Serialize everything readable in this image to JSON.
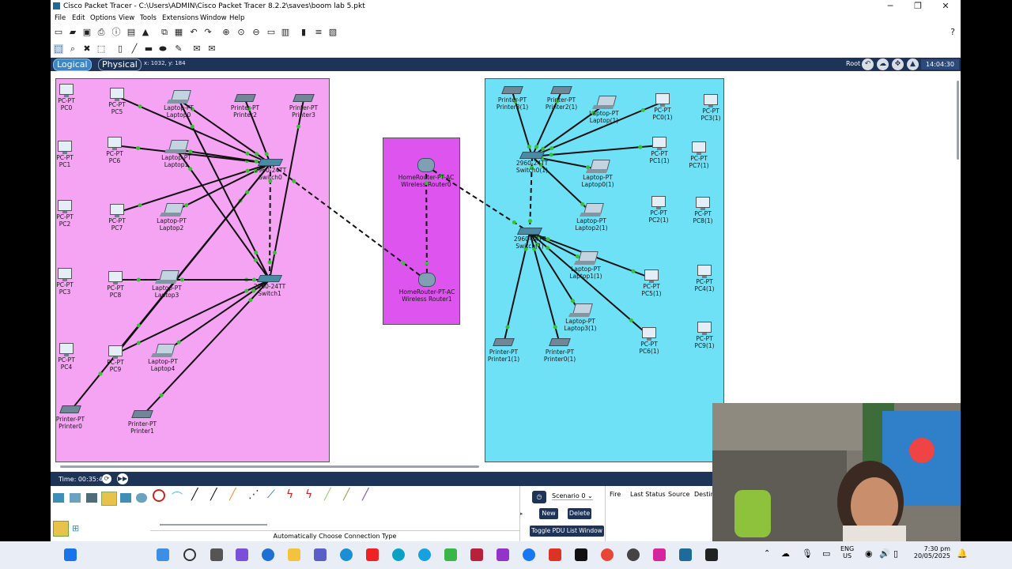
{
  "window": {
    "title": "Cisco Packet Tracer - C:\\Users\\ADMIN\\Cisco Packet Tracer 8.2.2\\saves\\boom lab 5.pkt",
    "controls": [
      "─",
      "❐",
      "✕"
    ]
  },
  "menu": [
    "File",
    "Edit",
    "Options",
    "View",
    "Tools",
    "Extensions",
    "Window",
    "Help"
  ],
  "modebar": {
    "logical": "Logical",
    "physical": "Physical",
    "coords": "x: 1032, y: 184",
    "root": "Root",
    "clock": "14:04:30"
  },
  "devices": {
    "pink": [
      {
        "id": "pc0",
        "type": "pc",
        "label": "PC-PT\nPC0"
      },
      {
        "id": "pc5",
        "type": "pc",
        "label": "PC-PT\nPC5"
      },
      {
        "id": "laptop0",
        "type": "laptop",
        "label": "Laptop-PT\nLaptop0"
      },
      {
        "id": "printer2",
        "type": "printer",
        "label": "Printer-PT\nPrinter2"
      },
      {
        "id": "printer3",
        "type": "printer",
        "label": "Printer-PT\nPrinter3"
      },
      {
        "id": "pc1",
        "type": "pc",
        "label": "PC-PT\nPC1"
      },
      {
        "id": "pc6",
        "type": "pc",
        "label": "PC-PT\nPC6"
      },
      {
        "id": "laptop1",
        "type": "laptop",
        "label": "Laptop-PT\nLaptop1"
      },
      {
        "id": "switch0",
        "type": "switch",
        "label": "2960-24TT\nSwitch0"
      },
      {
        "id": "pc2",
        "type": "pc",
        "label": "PC-PT\nPC2"
      },
      {
        "id": "pc7",
        "type": "pc",
        "label": "PC-PT\nPC7"
      },
      {
        "id": "laptop2",
        "type": "laptop",
        "label": "Laptop-PT\nLaptop2"
      },
      {
        "id": "pc3",
        "type": "pc",
        "label": "PC-PT\nPC3"
      },
      {
        "id": "pc8",
        "type": "pc",
        "label": "PC-PT\nPC8"
      },
      {
        "id": "laptop3",
        "type": "laptop",
        "label": "Laptop-PT\nLaptop3"
      },
      {
        "id": "switch1",
        "type": "switch",
        "label": "2960-24TT\nSwitch1"
      },
      {
        "id": "pc4",
        "type": "pc",
        "label": "PC-PT\nPC4"
      },
      {
        "id": "pc9",
        "type": "pc",
        "label": "PC-PT\nPC9"
      },
      {
        "id": "laptop4",
        "type": "laptop",
        "label": "Laptop-PT\nLaptop4"
      },
      {
        "id": "printer0",
        "type": "printer",
        "label": "Printer-PT\nPrinter0"
      },
      {
        "id": "printer1",
        "type": "printer",
        "label": "Printer-PT\nPrinter1"
      }
    ],
    "purple": [
      {
        "id": "router0",
        "type": "router",
        "label": "HomeRouter-PT-AC\nWireless Router0"
      },
      {
        "id": "router1",
        "type": "router",
        "label": "HomeRouter-PT-AC\nWireless Router1"
      }
    ],
    "cyan": [
      {
        "id": "printer3_1",
        "type": "printer",
        "label": "Printer-PT\nPrinter3(1)"
      },
      {
        "id": "printer2_1",
        "type": "printer",
        "label": "Printer-PT\nPrinter2(1)"
      },
      {
        "id": "laptop_1",
        "type": "laptop",
        "label": "Laptop-PT\nLaptop(1)"
      },
      {
        "id": "pc0_1",
        "type": "pc",
        "label": "PC-PT\nPC0(1)"
      },
      {
        "id": "pc3_1",
        "type": "pc",
        "label": "PC-PT\nPC3(1)"
      },
      {
        "id": "switch0_1",
        "type": "switch",
        "label": "2960-24TT\nSwitch0(1)"
      },
      {
        "id": "pc1_1",
        "type": "pc",
        "label": "PC-PT\nPC1(1)"
      },
      {
        "id": "pc7_1",
        "type": "pc",
        "label": "PC-PT\nPC7(1)"
      },
      {
        "id": "laptop0_1",
        "type": "laptop",
        "label": "Laptop-PT\nLaptop0(1)"
      },
      {
        "id": "pc2_1",
        "type": "pc",
        "label": "PC-PT\nPC2(1)"
      },
      {
        "id": "pc8_1",
        "type": "pc",
        "label": "PC-PT\nPC8(1)"
      },
      {
        "id": "laptop2_1",
        "type": "laptop",
        "label": "Laptop-PT\nLaptop2(1)"
      },
      {
        "id": "switch_1",
        "type": "switch",
        "label": "2960-24TT\nSwitch(1)"
      },
      {
        "id": "laptop1_1",
        "type": "laptop",
        "label": "Laptop-PT\nLaptop1(1)"
      },
      {
        "id": "pc5_1",
        "type": "pc",
        "label": "PC-PT\nPC5(1)"
      },
      {
        "id": "pc4_1",
        "type": "pc",
        "label": "PC-PT\nPC4(1)"
      },
      {
        "id": "laptop3_1",
        "type": "laptop",
        "label": "Laptop-PT\nLaptop3(1)"
      },
      {
        "id": "pc6_1",
        "type": "pc",
        "label": "PC-PT\nPC6(1)"
      },
      {
        "id": "pc9_1",
        "type": "pc",
        "label": "PC-PT\nPC9(1)"
      },
      {
        "id": "printer1_1",
        "type": "printer",
        "label": "Printer-PT\nPrinter1(1)"
      },
      {
        "id": "printer0_1",
        "type": "printer",
        "label": "Printer-PT\nPrinter0(1)"
      }
    ]
  },
  "links": {
    "solid": [
      [
        "pc5",
        "switch0"
      ],
      [
        "laptop0",
        "switch0"
      ],
      [
        "printer2",
        "switch0"
      ],
      [
        "printer3",
        "switch1"
      ],
      [
        "pc6",
        "switch0"
      ],
      [
        "laptop1",
        "switch0"
      ],
      [
        "pc7",
        "switch0"
      ],
      [
        "laptop2",
        "switch0"
      ],
      [
        "pc8",
        "switch1"
      ],
      [
        "laptop3",
        "switch1"
      ],
      [
        "pc9",
        "switch1"
      ],
      [
        "laptop4",
        "switch1"
      ],
      [
        "printer0",
        "switch0"
      ],
      [
        "printer1",
        "switch1"
      ],
      [
        "laptop0",
        "switch1"
      ],
      [
        "laptop1",
        "switch1"
      ],
      [
        "pc9",
        "switch0"
      ],
      [
        "printer3_1",
        "switch0_1"
      ],
      [
        "printer2_1",
        "switch0_1"
      ],
      [
        "laptop_1",
        "switch0_1"
      ],
      [
        "pc0_1",
        "switch0_1"
      ],
      [
        "pc1_1",
        "switch0_1"
      ],
      [
        "laptop0_1",
        "switch0_1"
      ],
      [
        "laptop2_1",
        "switch0_1"
      ],
      [
        "laptop1_1",
        "switch_1"
      ],
      [
        "pc5_1",
        "switch_1"
      ],
      [
        "laptop3_1",
        "switch_1"
      ],
      [
        "pc6_1",
        "switch_1"
      ],
      [
        "printer1_1",
        "switch_1"
      ],
      [
        "printer0_1",
        "switch_1"
      ]
    ],
    "dashed": [
      [
        "switch0",
        "switch1"
      ],
      [
        "switch0",
        "router1"
      ],
      [
        "router0",
        "router1"
      ],
      [
        "router0",
        "switch_1"
      ],
      [
        "switch0_1",
        "switch_1"
      ]
    ]
  },
  "colors": {
    "pink_area": "#f5a3f3",
    "purple_area": "#dd55ee",
    "cyan_area": "#6ee1f7",
    "link_dot": "#35c335",
    "modebar": "#1e3358"
  },
  "timebar": {
    "time": "Time: 00:35:40"
  },
  "bottom": {
    "conn_caption": "Automatically Choose Connection Type",
    "scenario": "Scenario 0",
    "new_btn": "New",
    "delete_btn": "Delete",
    "toggle_btn": "Toggle PDU List Window",
    "pdu_columns": [
      "Fire",
      "Last Status",
      "Source",
      "Destin"
    ]
  },
  "taskbar": {
    "lang": "ENG",
    "region": "US",
    "time": "7:30 pm",
    "date": "20/05/2025"
  }
}
